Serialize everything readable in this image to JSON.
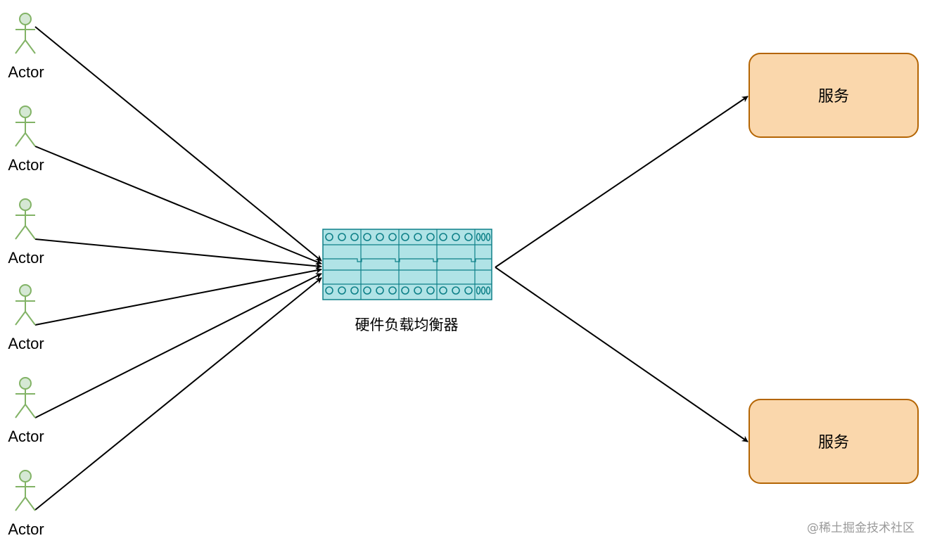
{
  "diagram": {
    "actors": [
      {
        "label": "Actor"
      },
      {
        "label": "Actor"
      },
      {
        "label": "Actor"
      },
      {
        "label": "Actor"
      },
      {
        "label": "Actor"
      },
      {
        "label": "Actor"
      }
    ],
    "load_balancer": {
      "label": "硬件负载均衡器",
      "fill_color": "#b0e3e6",
      "stroke_color": "#0e8088",
      "port_text": "000"
    },
    "services": [
      {
        "label": "服务"
      },
      {
        "label": "服务"
      }
    ],
    "colors": {
      "actor_fill": "#d5e8d4",
      "actor_stroke": "#82b366",
      "service_fill": "#fad7ac",
      "service_stroke": "#b46504",
      "edge": "#000000"
    }
  },
  "watermark": "@稀土掘金技术社区"
}
